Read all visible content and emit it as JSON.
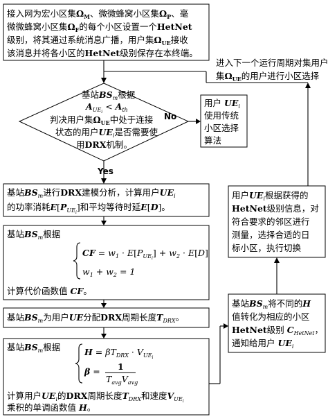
{
  "colors": {
    "line": "#000000",
    "box_fill": "#ffffff",
    "text": "#000000"
  },
  "box1": {
    "l1": {
      "a": "接入网为宏小区集",
      "b": "Ω",
      "c": "M",
      "d": "、微微蜂窝小区集",
      "e": "Ω",
      "f": "P",
      "g": "、毫"
    },
    "l2": {
      "a": "微微蜂窝小区集",
      "b": "Ω",
      "c": "F",
      "d": "的每个小区设置一个",
      "e": "HetNet"
    },
    "l3": {
      "a": "级别，将其通过系统消息广播，用户集",
      "b": "Ω",
      "c": "UE",
      "d": "接收"
    },
    "l4": {
      "a": "该消息并将各小区的",
      "b": "HetNet",
      "c": "级别保存在本终端。"
    }
  },
  "loop_text": {
    "l1": "进入下一个运行周期对集用户",
    "l2": {
      "a": "集",
      "b": "Ω",
      "c": "UE",
      "d": "的用户进行小区选择"
    }
  },
  "decision": {
    "l1": {
      "a": "基站",
      "b": "BS",
      "c": "m",
      "d": "根据"
    },
    "l2": {
      "a": "A",
      "b": "UE",
      "c": "i",
      "d": " < ",
      "e": "A",
      "f": "th"
    },
    "l3": {
      "a": "判决用户集",
      "b": "Ω",
      "c": "UE",
      "d": "中处于连接"
    },
    "l4": {
      "a": "状态的用户",
      "b": "UE",
      "c": "i",
      "d": "是否需要使"
    },
    "l5": {
      "a": "用",
      "b": "DRX",
      "c": "机制。"
    }
  },
  "labels": {
    "no": "No",
    "yes": "Yes"
  },
  "legacy": {
    "l1": {
      "a": "用户 ",
      "b": "UE",
      "c": "i"
    },
    "l2": "使用传统",
    "l3": "小区选择",
    "l4": "算法"
  },
  "box2": {
    "l1": {
      "a": "基站",
      "b": "BS",
      "c": "m",
      "d": "进行",
      "e": "DRX",
      "f": "建模分析，计算用户",
      "g": "UE",
      "h": "i"
    },
    "l2": {
      "a": "的功率消耗",
      "b": "E",
      "c": "[",
      "d": "P",
      "e": "UE",
      "f": "i",
      "g": "]",
      "h": "和平均等待时延",
      "i": "E",
      "j": "[",
      "k": "D",
      "l": "]",
      "m": "。"
    }
  },
  "box3": {
    "l1": {
      "a": "基站",
      "b": "BS",
      "c": "m",
      "d": "根据"
    },
    "eq1": {
      "a": "CF",
      "b": " = ",
      "c": "w",
      "d": "1",
      "e": " · ",
      "f": "E",
      "g": "[",
      "h": "P",
      "i": "UE",
      "j": "i",
      "k": "]",
      "l": " + ",
      "m": "w",
      "n": "2",
      "o": " · ",
      "p": "E",
      "q": "[",
      "r": "D",
      "s": "]"
    },
    "eq2": {
      "a": "w",
      "b": "1",
      "c": " + ",
      "d": "w",
      "e": "2",
      "f": " = ",
      "g": "1"
    },
    "l4": {
      "a": "计算代价函数值 ",
      "b": "CF",
      "c": "。"
    }
  },
  "box4": {
    "a": "基站",
    "b": "BS",
    "c": "m",
    "d": "为用户",
    "e": "UE",
    "f": "分配",
    "g": "DRX",
    "h": "周期长度",
    "i": "T",
    "j": "DRX",
    "k": "。"
  },
  "box5": {
    "l1": {
      "a": "基站",
      "b": "BS",
      "c": "m",
      "d": "根据"
    },
    "eq1": {
      "a": "H",
      "b": " = ",
      "c": "β",
      "d": "T",
      "e": "DRX",
      "f": " · ",
      "g": "V",
      "h": "UE",
      "i": "i"
    },
    "eq2": {
      "a": "β",
      "b": " = ",
      "c": "1",
      "d": "T",
      "e": "avg",
      "f": "V",
      "g": "avg"
    },
    "l4": {
      "a": "计算用户",
      "b": "UE",
      "c": "i",
      "d": "的",
      "e": "DRX",
      "f": "周期长度",
      "g": "T",
      "h": "DRX",
      "i": "和速度",
      "j": "V",
      "k": "UE",
      "l": "i"
    },
    "l5": {
      "a": "乘积的单调函数值 ",
      "b": "H",
      "c": "。"
    }
  },
  "box6": {
    "l1": {
      "a": "基站",
      "b": "BS",
      "c": "m",
      "d": "将不同的",
      "e": "H"
    },
    "l2": "值转化为相应的小区",
    "l3": {
      "a": "HetNet",
      "b": "级别 ",
      "c": "C",
      "d": "HetNet",
      "e": "，"
    },
    "l4": {
      "a": "通知给用户 ",
      "b": "UE",
      "c": "i"
    }
  },
  "box7": {
    "l1": {
      "a": "用户",
      "b": "UE",
      "c": "i",
      "d": "根据获得的"
    },
    "l2": {
      "a": "HetNet",
      "b": "级别信息，对"
    },
    "l3": "符合要求的邻区进行",
    "l4": "测量，选择合适的日",
    "l5": "标小区，执行切换"
  }
}
